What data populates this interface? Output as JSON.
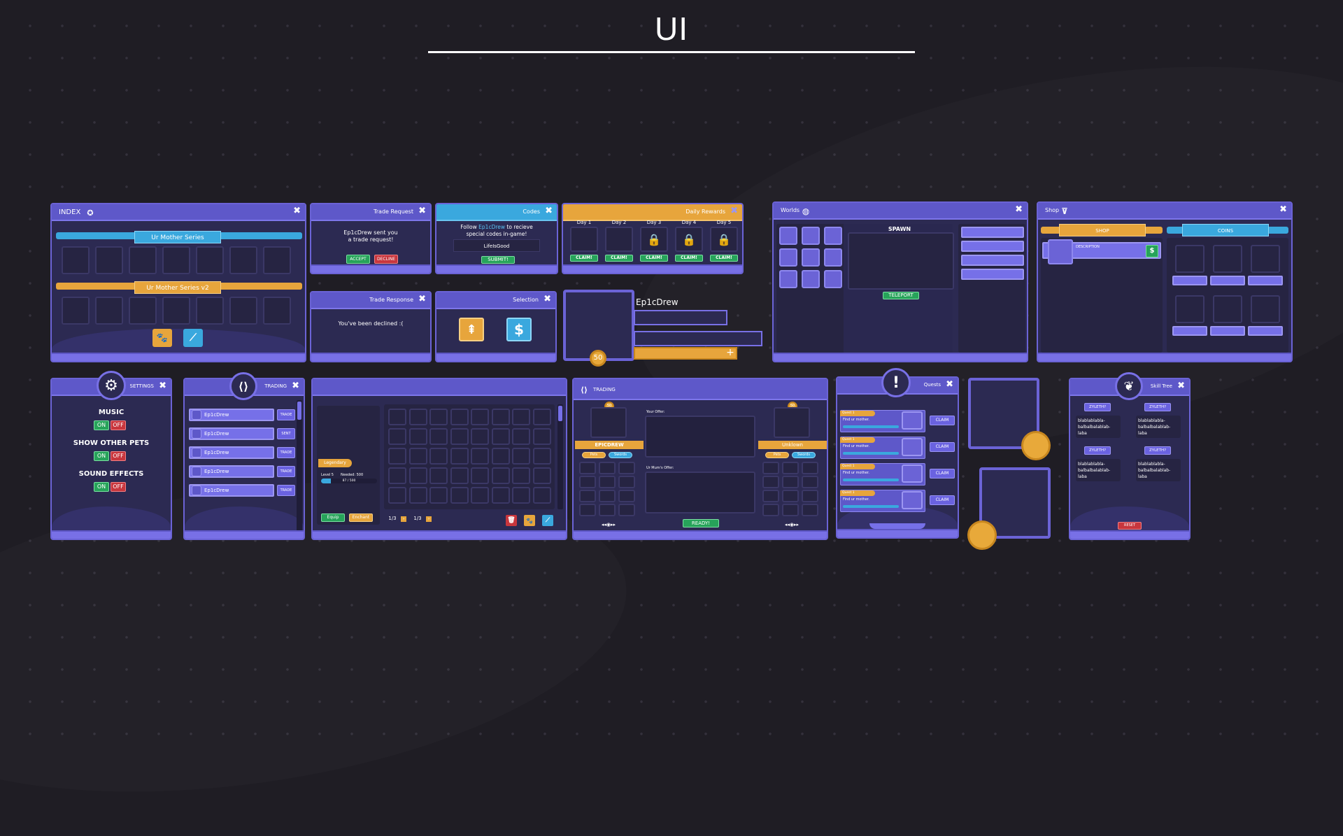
{
  "title": "UI",
  "index": {
    "title": "INDEX",
    "series1": "Ur Mother Series",
    "series2": "Ur Mother Series v2"
  },
  "trade_request": {
    "title": "Trade Request",
    "msg1": "Ep1cDrew sent you",
    "msg2": "a trade request!",
    "accept": "ACCEPT",
    "decline": "DECLINE"
  },
  "codes": {
    "title": "Codes",
    "line1a": "Follow ",
    "line1b": "Ep1cDrew",
    "line1c": " to recieve",
    "line2": "special codes in-game!",
    "input": "LifeIsGood",
    "submit": "SUBMIT!"
  },
  "daily": {
    "title": "Daily Rewards",
    "days": [
      "Day 1",
      "Day 2",
      "Day 3",
      "Day 4",
      "Day 5"
    ],
    "claim": "CLAIM!"
  },
  "trade_response": {
    "title": "Trade Response",
    "msg": "You've been declined :("
  },
  "selection": {
    "title": "Selection"
  },
  "player": {
    "name": "Ep1cDrew",
    "level": "50",
    "plus": "+"
  },
  "worlds": {
    "title": "Worlds",
    "spawn": "SPAWN",
    "teleport": "TELEPORT"
  },
  "shop": {
    "title": "Shop",
    "tab_shop": "SHOP",
    "tab_coins": "COINS",
    "description": "DESCRIPTION",
    "dollar": "$"
  },
  "settings": {
    "title": "SETTINGS",
    "music": "MUSIC",
    "pets": "SHOW OTHER PETS",
    "sfx": "SOUND EFFECTS",
    "on": "ON",
    "off": "OFF"
  },
  "trading_list": {
    "title": "TRADING",
    "rows": [
      {
        "name": "Ep1cDrew",
        "btn": "TRADE"
      },
      {
        "name": "Ep1cDrew",
        "btn": "SENT"
      },
      {
        "name": "Ep1cDrew",
        "btn": "TRADE"
      },
      {
        "name": "Ep1cDrew",
        "btn": "TRADE"
      },
      {
        "name": "Ep1cDrew",
        "btn": "TRADE"
      }
    ]
  },
  "inventory": {
    "rarity": "Legendary",
    "level": "Level 5",
    "needed": "Needed: 500",
    "progress_text": "87 / 500",
    "progress": 0.174,
    "equip": "Equip",
    "enchant": "Enchant",
    "page1": "1/3",
    "page2": "1/3"
  },
  "trading": {
    "title": "TRADING",
    "your_offer": "Your Offer:",
    "their_offer": "Ur Mum's Offer:",
    "left_name": "EPICDREW",
    "right_name": "Unklown",
    "pets": "Pets",
    "swords": "Swords",
    "ready": "READY!",
    "badge": "50"
  },
  "quests": {
    "title": "Quests",
    "items": [
      {
        "tag": "Quest 1",
        "desc": "Find ur mother.",
        "claim": "CLAIM"
      },
      {
        "tag": "Quest 1",
        "desc": "Find ur mother.",
        "claim": "CLAIM"
      },
      {
        "tag": "Quest 1",
        "desc": "Find ur mother.",
        "claim": "CLAIM"
      },
      {
        "tag": "Quest 1",
        "desc": "Find ur mother.",
        "claim": "CLAIM"
      }
    ]
  },
  "skill_tree": {
    "title": "Skill Tree",
    "nodes": [
      {
        "label": "ZYLETH?",
        "text": "blablablabla-balbalbalablab-laba"
      },
      {
        "label": "ZYLETH?",
        "text": "blablablabla-balbalbalablab-laba"
      },
      {
        "label": "ZYLETH?",
        "text": "blablablabla-balbalbalablab-laba"
      },
      {
        "label": "ZYLETH?",
        "text": "blablablabla-balbalbalablab-laba"
      }
    ],
    "reset": "RESET"
  },
  "colors": {
    "background": "#1f1d24",
    "panel": "#2c2a52",
    "header": "#5e58c9",
    "accent_blue": "#3aa8de",
    "accent_orange": "#e7a53c",
    "green": "#27a35a",
    "red": "#c8363d"
  }
}
